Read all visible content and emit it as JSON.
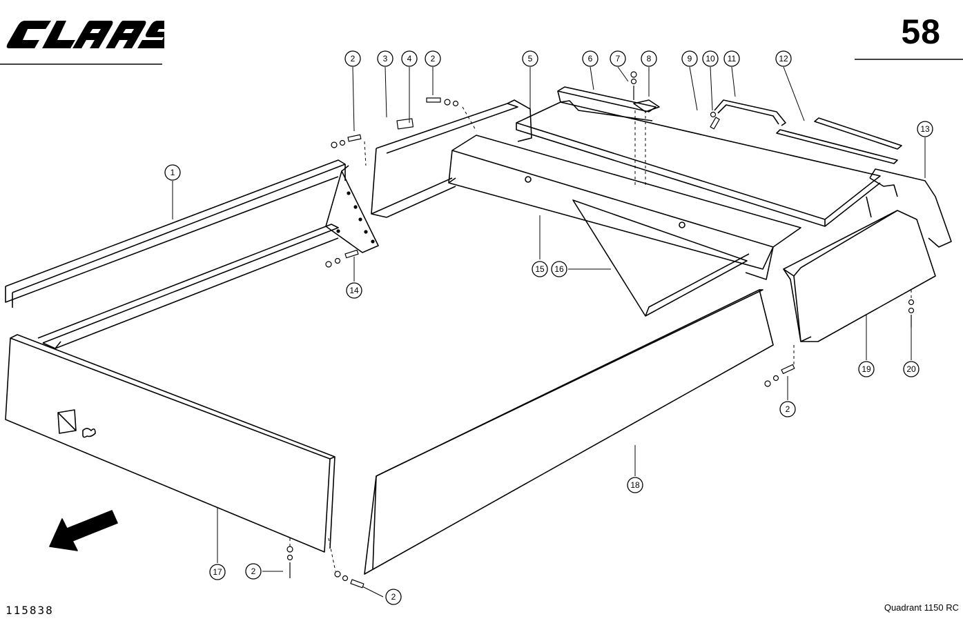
{
  "header": {
    "brand": "CLAAS",
    "page_number": "58"
  },
  "footer": {
    "drawing_number": "115838",
    "model": "Quadrant 1150 RC"
  },
  "callouts": [
    {
      "label": "1"
    },
    {
      "label": "2"
    },
    {
      "label": "3"
    },
    {
      "label": "4"
    },
    {
      "label": "2"
    },
    {
      "label": "5"
    },
    {
      "label": "6"
    },
    {
      "label": "7"
    },
    {
      "label": "8"
    },
    {
      "label": "9"
    },
    {
      "label": "10"
    },
    {
      "label": "11"
    },
    {
      "label": "12"
    },
    {
      "label": "13"
    },
    {
      "label": "14"
    },
    {
      "label": "15"
    },
    {
      "label": "16"
    },
    {
      "label": "17"
    },
    {
      "label": "18"
    },
    {
      "label": "19"
    },
    {
      "label": "20"
    },
    {
      "label": "2"
    },
    {
      "label": "2"
    },
    {
      "label": "2"
    }
  ],
  "colors": {
    "ink": "#000000",
    "paper": "#ffffff"
  }
}
